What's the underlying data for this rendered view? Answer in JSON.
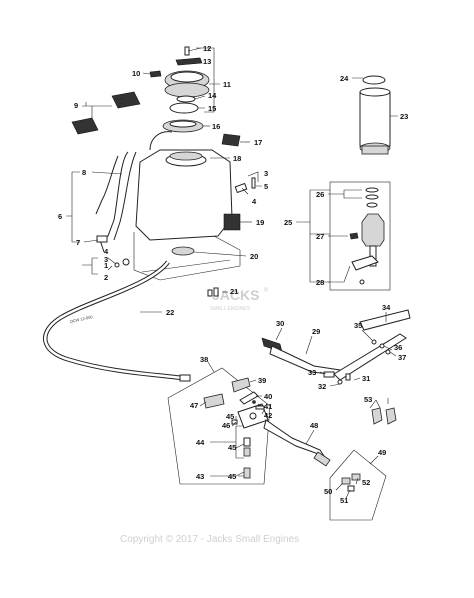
{
  "callouts": {
    "c1": "1",
    "c2": "2",
    "c3": "3",
    "c4": "4",
    "c5": "5",
    "c6": "6",
    "c7": "7",
    "c8": "8",
    "c9": "9",
    "c10": "10",
    "c11": "11",
    "c12": "12",
    "c13": "13",
    "c14": "14",
    "c15": "15",
    "c16": "16",
    "c17": "17",
    "c18": "18",
    "c19": "19",
    "c20": "20",
    "c21": "21",
    "c22": "22",
    "c23": "23",
    "c24": "24",
    "c25": "25",
    "c26": "26",
    "c27": "27",
    "c28": "28",
    "c29": "29",
    "c30": "30",
    "c31": "31",
    "c32": "32",
    "c33": "33",
    "c34": "34",
    "c35": "35",
    "c36": "36",
    "c37": "37",
    "c38": "38",
    "c39": "39",
    "c40": "40",
    "c41": "41",
    "c42": "42",
    "c43": "43",
    "c44": "44",
    "c45": "45",
    "c46": "46",
    "c47": "47",
    "c48": "48",
    "c49": "49",
    "c50": "50",
    "c51": "51",
    "c52": "52",
    "c53": "53"
  },
  "hose_tag": "QCW 12-000",
  "watermark": {
    "logo": "JACKS",
    "registered": "®",
    "tagline": "SMALL ENGINES",
    "copyright": "Copyright © 2017 - Jacks Small Engines"
  },
  "colors": {
    "line": "#222222",
    "label_box": "#333333",
    "watermark": "#cfcfcf"
  }
}
